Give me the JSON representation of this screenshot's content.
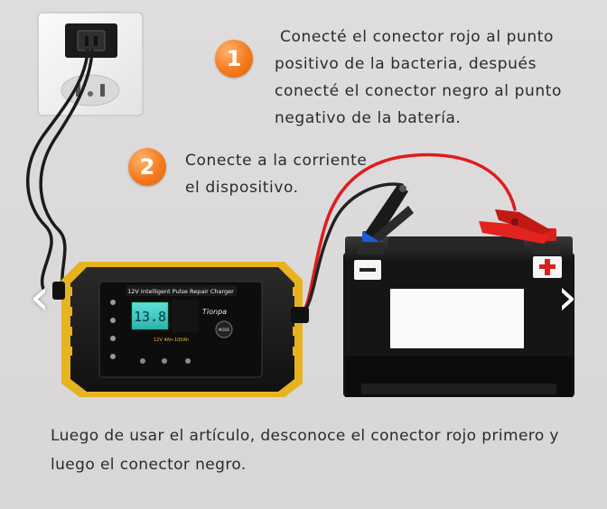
{
  "steps": [
    {
      "number": "1",
      "text": "Conecté el conector rojo al punto positivo de la bacteria, después conecté el conector negro al punto negativo de la batería."
    },
    {
      "number": "2",
      "text": "Conecte a la corriente el dispositivo."
    }
  ],
  "footer_text": "Luego de usar el artículo, desconoce el conector rojo primero y luego el conector negro.",
  "charger": {
    "header": "12V Intelligent Pulse Repair Charger",
    "brand": "Tionpa",
    "display": "13.8",
    "rating": "12V 4Ah-100Ah",
    "mode_label": "MODE"
  },
  "battery": {
    "negative_symbol": "−",
    "positive_symbol": "+"
  },
  "nav": {
    "prev_symbol": "‹",
    "next_symbol": "›"
  },
  "colors": {
    "badge": "#f47a1f",
    "charger_yellow": "#e8b321",
    "red_wire": "#e01b1b",
    "terminal_blue": "#1d5bd6",
    "terminal_red": "#d8201c"
  }
}
